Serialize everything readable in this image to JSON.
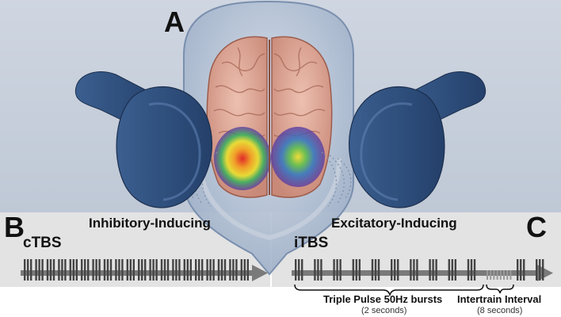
{
  "panels": {
    "a": "A",
    "b": "B",
    "c": "C"
  },
  "left_section": {
    "title": "Inhibitory-Inducing",
    "protocol": "cTBS"
  },
  "right_section": {
    "title": "Excitatory-Inducing",
    "protocol": "iTBS"
  },
  "annotations": {
    "bursts_label": "Triple Pulse 50Hz bursts",
    "bursts_duration": "(2 seconds)",
    "interval_label": "Intertrain Interval",
    "interval_duration": "(8 seconds)"
  },
  "pulse_trains": {
    "pulses_per_burst": 3,
    "ctbs_bursts": 20,
    "itbs_train_bursts": 10
  },
  "colors": {
    "background_top": "#c8d0dc",
    "lower_band": "#e3e3e3",
    "coil": "#2f4d78",
    "brain": "#e0a99a",
    "pulse": "#444444",
    "arrow": "#7a7a7a"
  }
}
